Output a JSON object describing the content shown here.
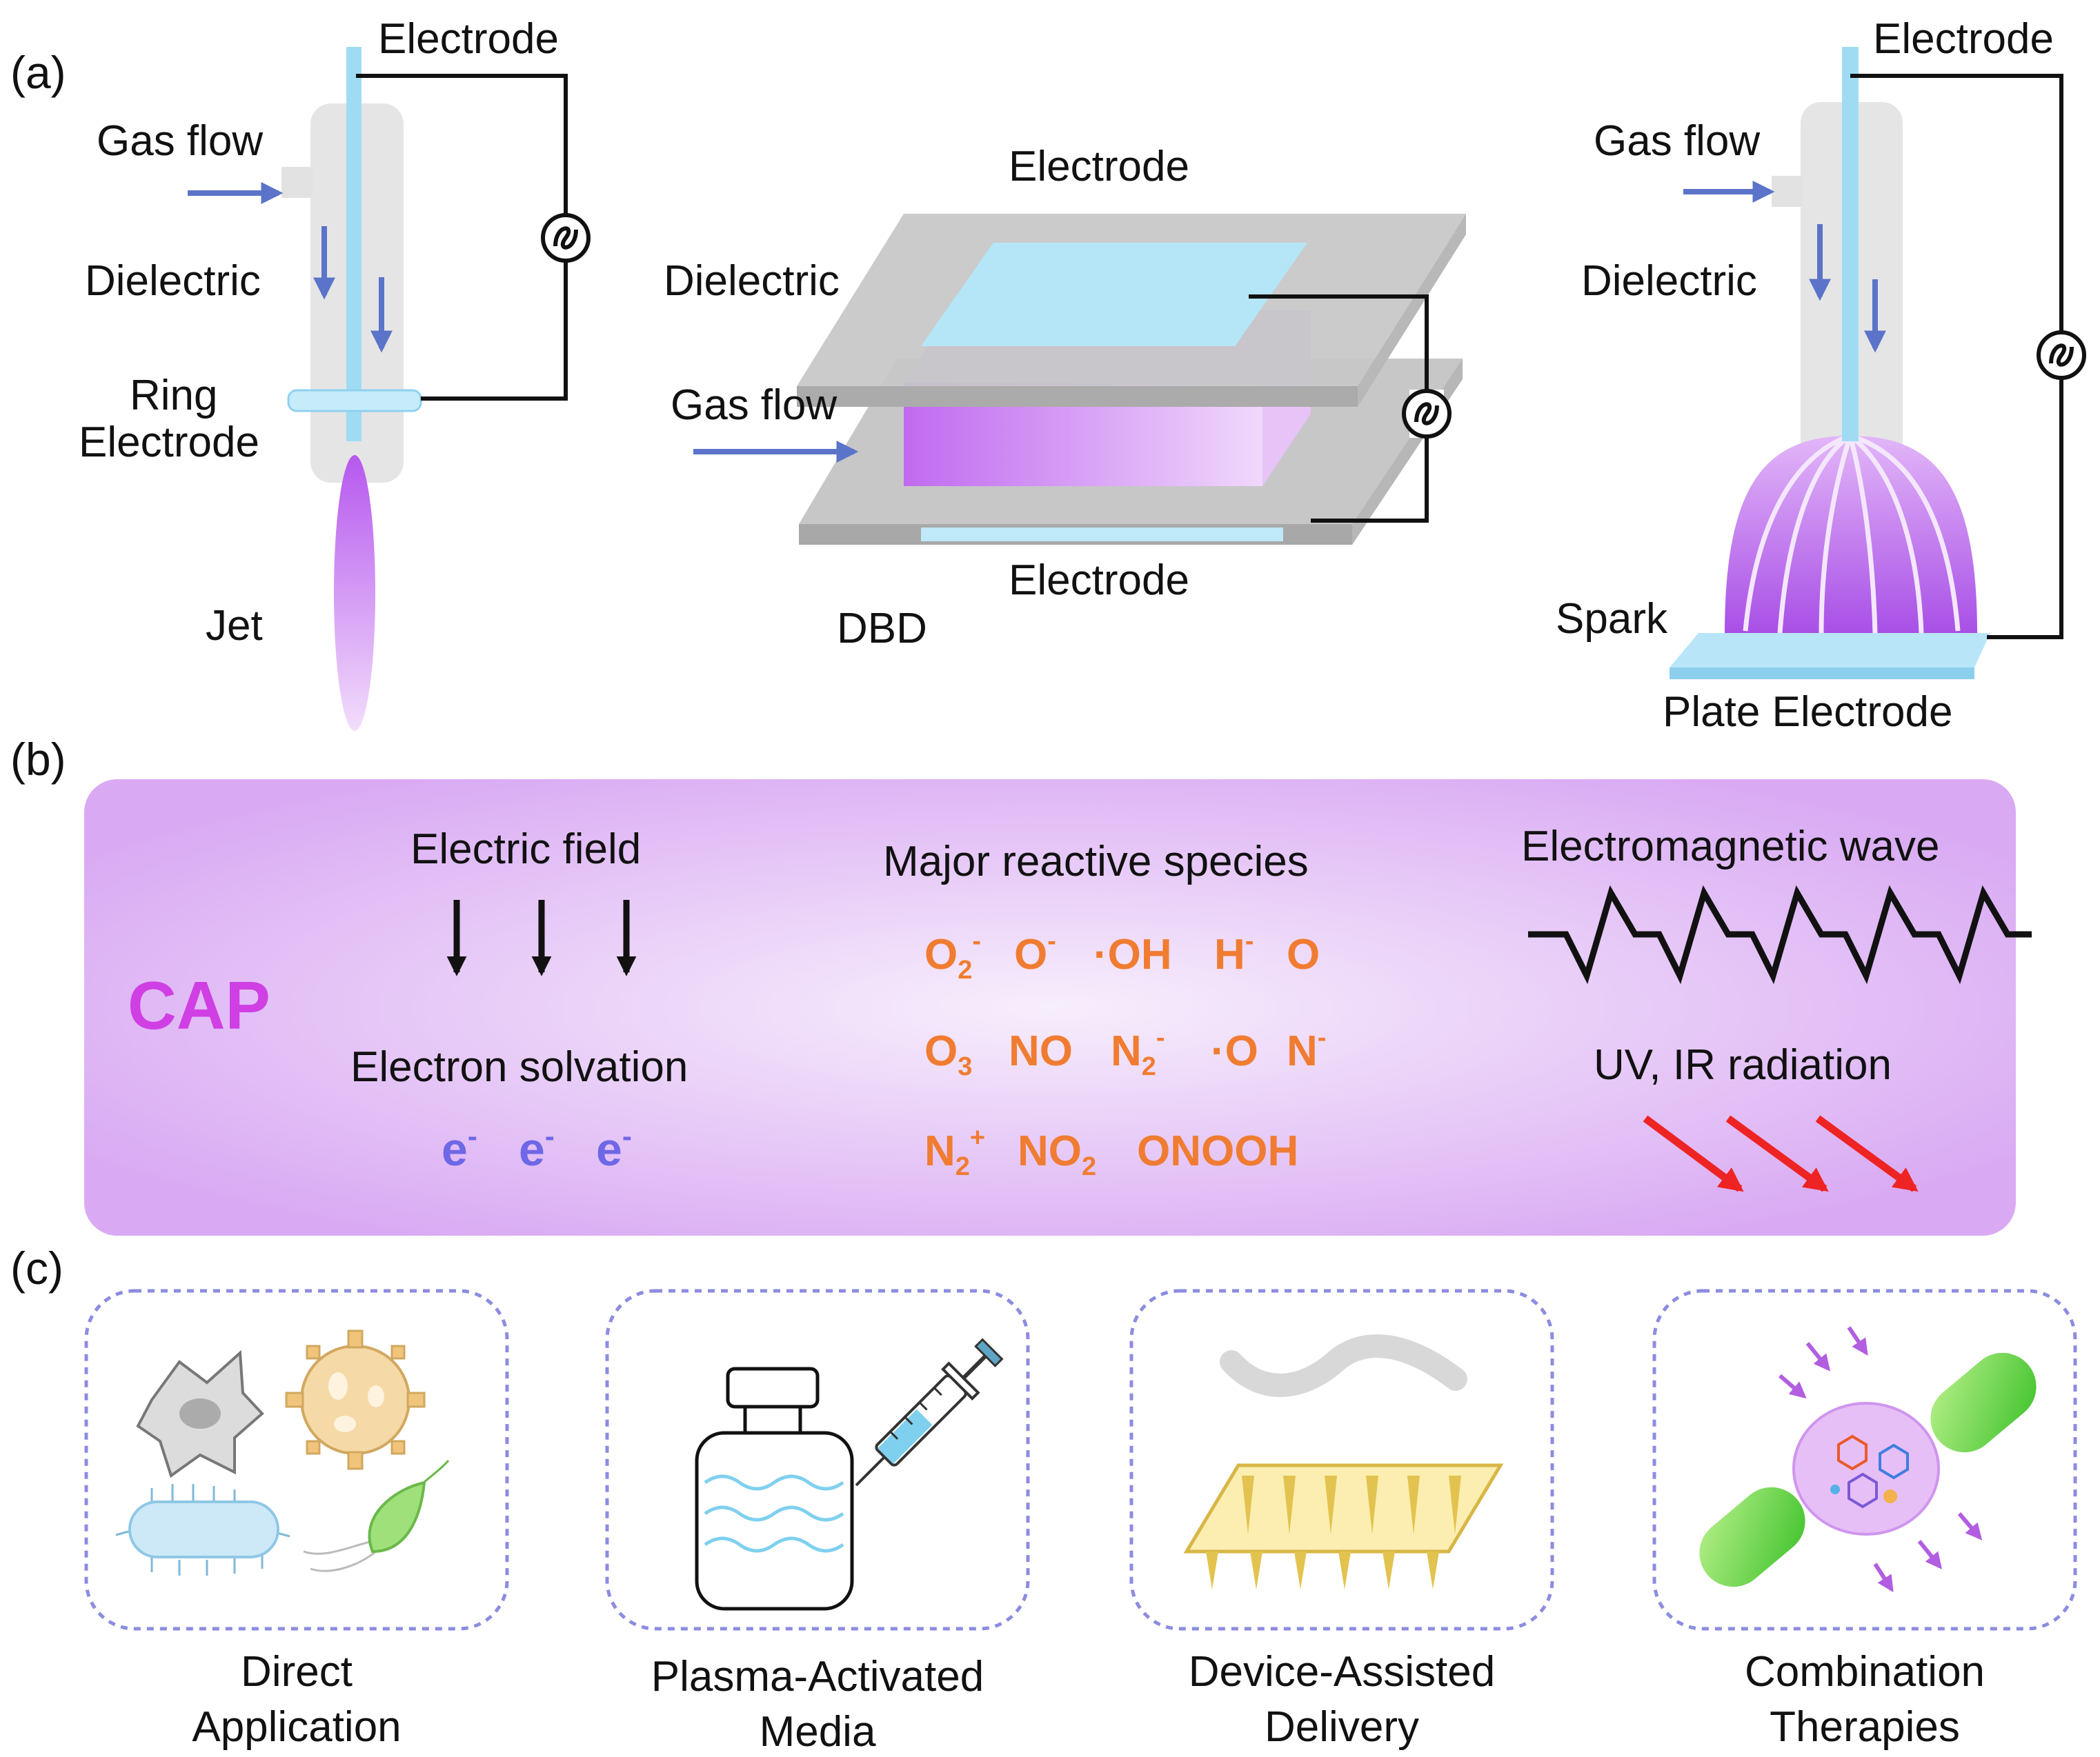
{
  "panel_labels": {
    "a": "(a)",
    "b": "(b)",
    "c": "(c)"
  },
  "panel_a": {
    "jet": {
      "electrode": "Electrode",
      "gas_flow": "Gas flow",
      "dielectric": "Dielectric",
      "ring_line1": "Ring",
      "ring_line2": "Electrode",
      "name": "Jet"
    },
    "dbd": {
      "electrode_top": "Electrode",
      "dielectric": "Dielectric",
      "gas_flow": "Gas flow",
      "electrode_bottom": "Electrode",
      "name": "DBD"
    },
    "spark": {
      "electrode": "Electrode",
      "gas_flow": "Gas flow",
      "dielectric": "Dielectric",
      "name": "Spark",
      "plate": "Plate Electrode"
    }
  },
  "panel_b": {
    "cap": "CAP",
    "electric_field": "Electric field",
    "electron_solvation": "Electron solvation",
    "electron": "e",
    "electron_charge": "-",
    "species_title": "Major reactive species",
    "species_rows": [
      [
        {
          "base": "O",
          "sub": "2",
          "sup": "-"
        },
        {
          "base": "O",
          "sub": "",
          "sup": "-"
        },
        {
          "base": "·OH",
          "sub": "",
          "sup": ""
        },
        {
          "base": "H",
          "sub": "",
          "sup": "-"
        },
        {
          "base": "O",
          "sub": "",
          "sup": ""
        }
      ],
      [
        {
          "base": "O",
          "sub": "3",
          "sup": ""
        },
        {
          "base": "NO",
          "sub": "",
          "sup": ""
        },
        {
          "base": "N",
          "sub": "2",
          "sup": "-"
        },
        {
          "base": "·O",
          "sub": "",
          "sup": ""
        },
        {
          "base": "N",
          "sub": "",
          "sup": "-"
        }
      ],
      [
        {
          "base": "N",
          "sub": "2",
          "sup": "+"
        },
        {
          "base": "NO",
          "sub": "2",
          "sup": ""
        },
        {
          "base": "ONOOH",
          "sub": "",
          "sup": ""
        }
      ]
    ],
    "em_wave": "Electromagnetic wave",
    "radiation": "UV, IR radiation"
  },
  "panel_c": [
    {
      "line1": "Direct",
      "line2": "Application"
    },
    {
      "line1": "Plasma-Activated",
      "line2": "Media"
    },
    {
      "line1": "Device-Assisted",
      "line2": "Delivery"
    },
    {
      "line1": "Combination",
      "line2": "Therapies"
    }
  ],
  "colors": {
    "plasma": "#c266f2",
    "electrode": "#9fdcf4",
    "dielectric": "#d7d7d7",
    "species": "#f07c32",
    "electron": "#6e67e6",
    "radiation": "#ee2323",
    "flow_arrow": "#5b74c9"
  }
}
